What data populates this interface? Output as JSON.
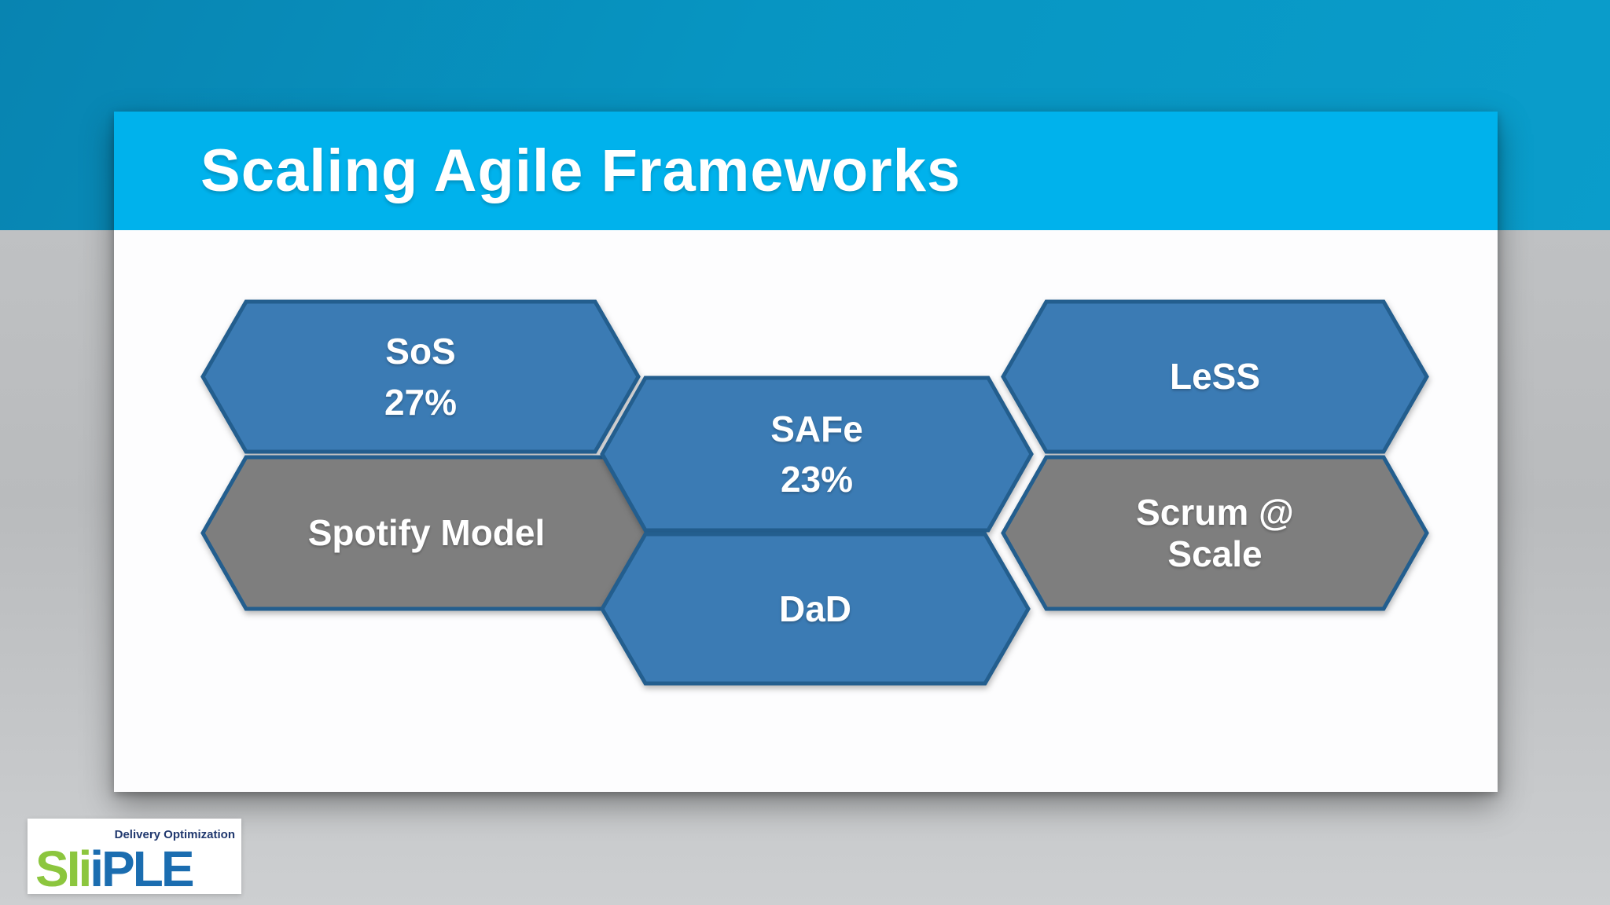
{
  "slide": {
    "title": "Scaling Agile Frameworks"
  },
  "hexagons": [
    {
      "id": "sos",
      "line1": "SoS",
      "line2": "27%",
      "fill": "#3b7bb4",
      "border": "#235e8e"
    },
    {
      "id": "spotify-model",
      "line1": "Spotify Model",
      "line2": "",
      "fill": "#7e7e7e",
      "border": "#235e8e"
    },
    {
      "id": "less",
      "line1": "LeSS",
      "line2": "",
      "fill": "#3b7bb4",
      "border": "#235e8e"
    },
    {
      "id": "scrum-at-scale",
      "line1": "Scrum @",
      "line2": "Scale",
      "fill": "#7e7e7e",
      "border": "#235e8e"
    },
    {
      "id": "safe",
      "line1": "SAFe",
      "line2": "23%",
      "fill": "#3b7bb4",
      "border": "#235e8e"
    },
    {
      "id": "dad",
      "line1": "DaD",
      "line2": "",
      "fill": "#3b7bb4",
      "border": "#235e8e"
    }
  ],
  "logo": {
    "part1": "SIi",
    "part2": "iPLE",
    "tagline": "Delivery Optimization"
  },
  "colors": {
    "background_top_teal": "#0795c2",
    "background_bottom_gray": "#c6c8ca",
    "header_band_cyan": "#00b2ec",
    "slide_white": "#fdfdfe",
    "hexagon_blue": "#3b7bb4",
    "hexagon_gray": "#7e7e7e",
    "hexagon_border": "#235e8e",
    "title_text": "#ffffff",
    "logo_green": "#8cc63e",
    "logo_blue": "#1b6db0",
    "logo_tagline_navy": "#20386e"
  }
}
